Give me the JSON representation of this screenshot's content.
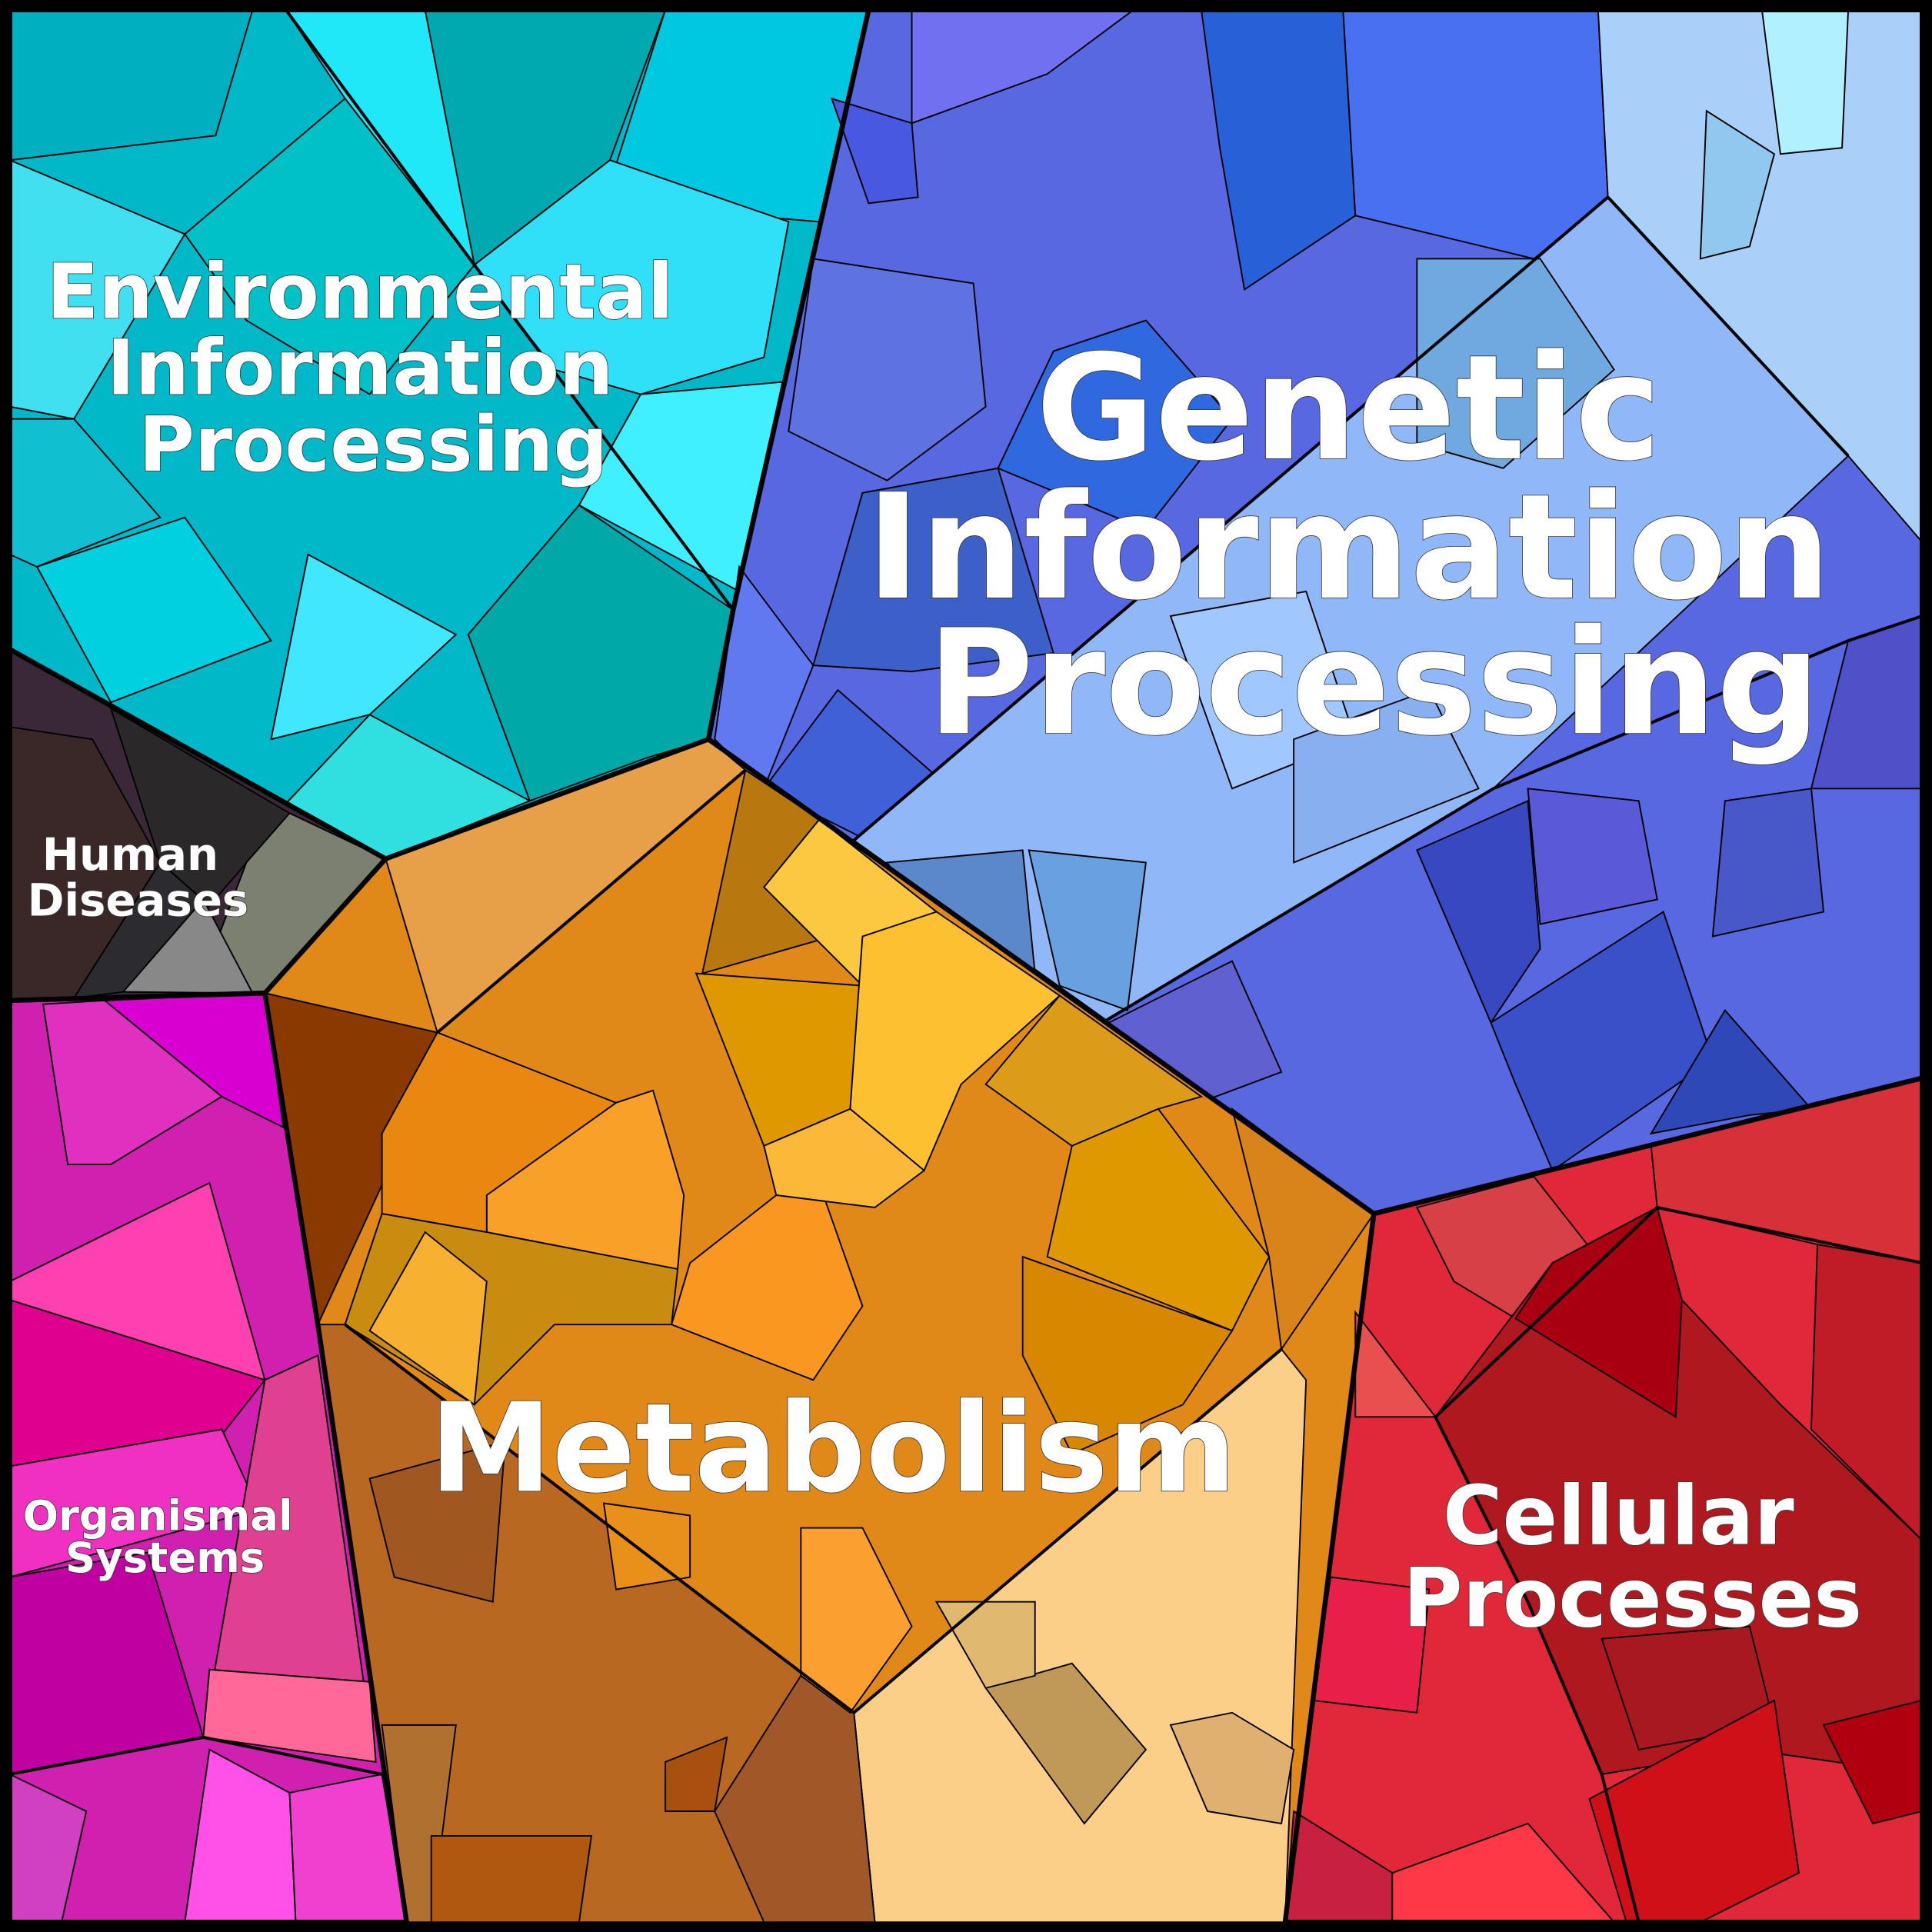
{
  "title": "Voronoi treemap of KEGG pathway categories",
  "categories": [
    {
      "id": "env",
      "label_lines": [
        "Environmental",
        "Information",
        "Processing"
      ],
      "color": "#00c0d0"
    },
    {
      "id": "gen",
      "label_lines": [
        "Genetic",
        "Information",
        "Processing"
      ],
      "color": "#5a6fe8"
    },
    {
      "id": "hum",
      "label_lines": [
        "Human",
        "Diseases"
      ],
      "color": "#3a3035"
    },
    {
      "id": "org",
      "label_lines": [
        "Organismal",
        "Systems"
      ],
      "color": "#d020b0"
    },
    {
      "id": "met",
      "label_lines": [
        "Metabolism"
      ],
      "color": "#f0a020"
    },
    {
      "id": "cel",
      "label_lines": [
        "Cellular",
        "Processes"
      ],
      "color": "#d01828"
    }
  ]
}
